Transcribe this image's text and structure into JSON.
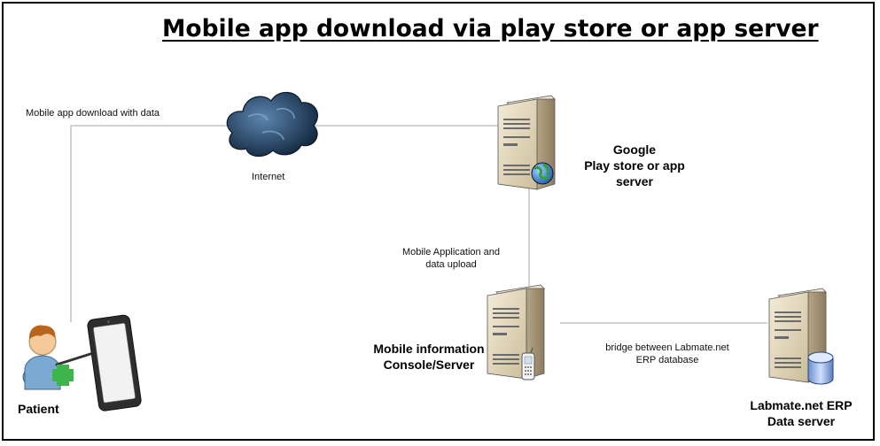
{
  "title": "Mobile app download via play store or app server",
  "labels": {
    "download_with_data": "Mobile app download with data",
    "internet": "Internet",
    "google": "Google",
    "play_store_line1": "Play store or app",
    "play_store_line2": "server",
    "mobile_upload_line1": "Mobile Application and",
    "mobile_upload_line2": "data upload",
    "mobile_info_line1": "Mobile information",
    "mobile_info_line2": "Console/Server",
    "bridge_line1": "bridge between Labmate.net",
    "bridge_line2": "ERP database",
    "labmate_line1": "Labmate.net ERP",
    "labmate_line2": "Data server",
    "patient": "Patient"
  },
  "colors": {
    "line": "#b8b8b8",
    "server_body": "#e4d8bc",
    "server_side": "#a8987a",
    "cloud": "#1f3a5a",
    "tablet": "#333333"
  },
  "icons": [
    "cloud-icon",
    "server-icon",
    "globe-icon",
    "mobile-phone-icon",
    "database-icon",
    "tablet-icon",
    "patient-icon"
  ]
}
